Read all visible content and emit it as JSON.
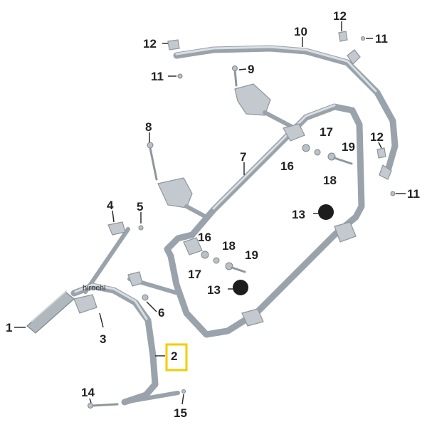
{
  "callouts": {
    "c1": "1",
    "c2": "2",
    "c3": "3",
    "c4": "4",
    "c5": "5",
    "c6": "6",
    "c7": "7",
    "c8": "8",
    "c9": "9",
    "c10": "10",
    "c11a": "11",
    "c11b": "11",
    "c11c": "11",
    "c12a": "12",
    "c12b": "12",
    "c12c": "12",
    "c13a": "13",
    "c13b": "13",
    "c14": "14",
    "c15": "15",
    "c16a": "16",
    "c16b": "16",
    "c17a": "17",
    "c17b": "17",
    "c18a": "18",
    "c18b": "18",
    "c19a": "19",
    "c19b": "19"
  },
  "highlight_part": "2",
  "highlight_color": "#f2cd00",
  "watermark": "hirochi"
}
